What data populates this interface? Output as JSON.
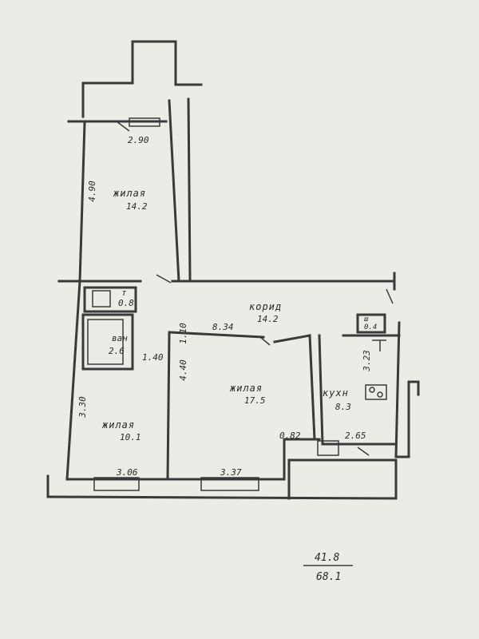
{
  "rooms": {
    "top_living": {
      "label": "жилая",
      "area": "14.2"
    },
    "corridor": {
      "label": "корид",
      "area": "14.2"
    },
    "toilet": {
      "label": "т",
      "area": "0.8"
    },
    "bath": {
      "label": "ван",
      "area": "2.6"
    },
    "center_living": {
      "label": "жилая",
      "area": "17.5"
    },
    "left_living": {
      "label": "жилая",
      "area": "10.1"
    },
    "kitchen": {
      "label": "кухн",
      "area": "8.3"
    },
    "storage": {
      "label": "ш",
      "area": "0.4"
    }
  },
  "dimensions": {
    "top_width": "2.90",
    "top_height": "4.90",
    "center_width": "8.34",
    "center_height": "4.40",
    "bath_small": "1.40",
    "bath_side": "1.10",
    "left_height": "3.30",
    "bottom_left": "3.06",
    "bottom_center": "3.37",
    "corner_small": "0.82",
    "kitchen_height": "3.23",
    "kitchen_bottom": "2.65"
  },
  "totals": {
    "living": "41.8",
    "total": "68.1"
  }
}
